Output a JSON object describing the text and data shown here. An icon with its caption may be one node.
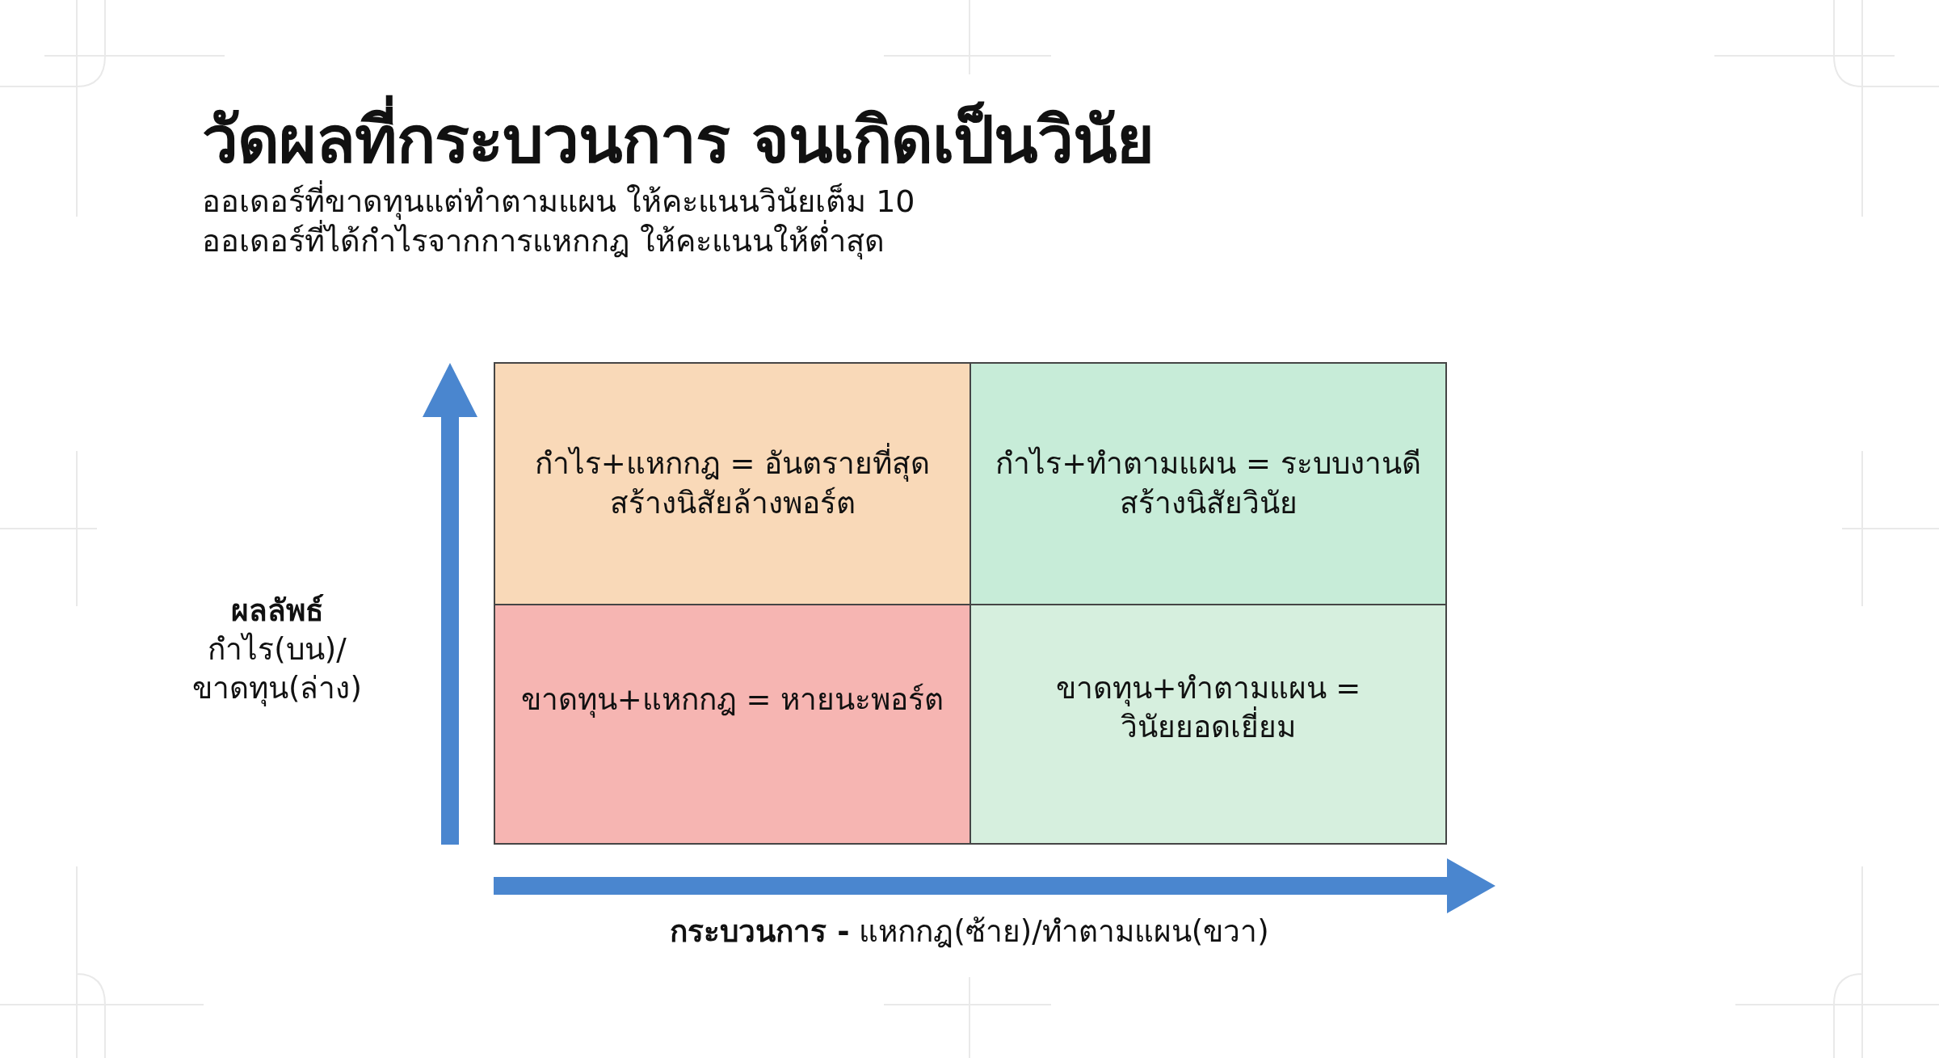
{
  "diagram": {
    "title": "วัดผลที่กระบวนการ จนเกิดเป็นวินัย",
    "nodes": [
      {
        "text": [
          "กำไร+แหกกฎ = อันตรายที่สุด สร้างนิสัยล้างพอร์ต"
        ]
      },
      {
        "text": [
          "กำไร+ทำตามแผน = ระบบงานดี สร้างนิสัยวินัย"
        ]
      },
      {
        "text": [
          "ขาดทุน+แหกกฎ = หายนะพอร์ต"
        ]
      },
      {
        "text": [
          "ขาดทุน+ทำตามแผน = วินัยยอดเยี่ยม"
        ]
      }
    ],
    "labels": [
      "ออเดอร์ที่ขาดทุนแต่ทำตามแผน ให้คะแนนวินัยเต็ม 10",
      "ออเดอร์ที่ได้กำไรจากการแหกกฎ ให้คะแนนให้ต่ำสุด",
      "ผลลัพธ์",
      "กำไร(บน)/ขาดทุน(ล่าง)",
      "**กระบวนการ -** แหกกฎ(ซ้าย)/ทำตามแผน(ขวา)"
    ]
  }
}
